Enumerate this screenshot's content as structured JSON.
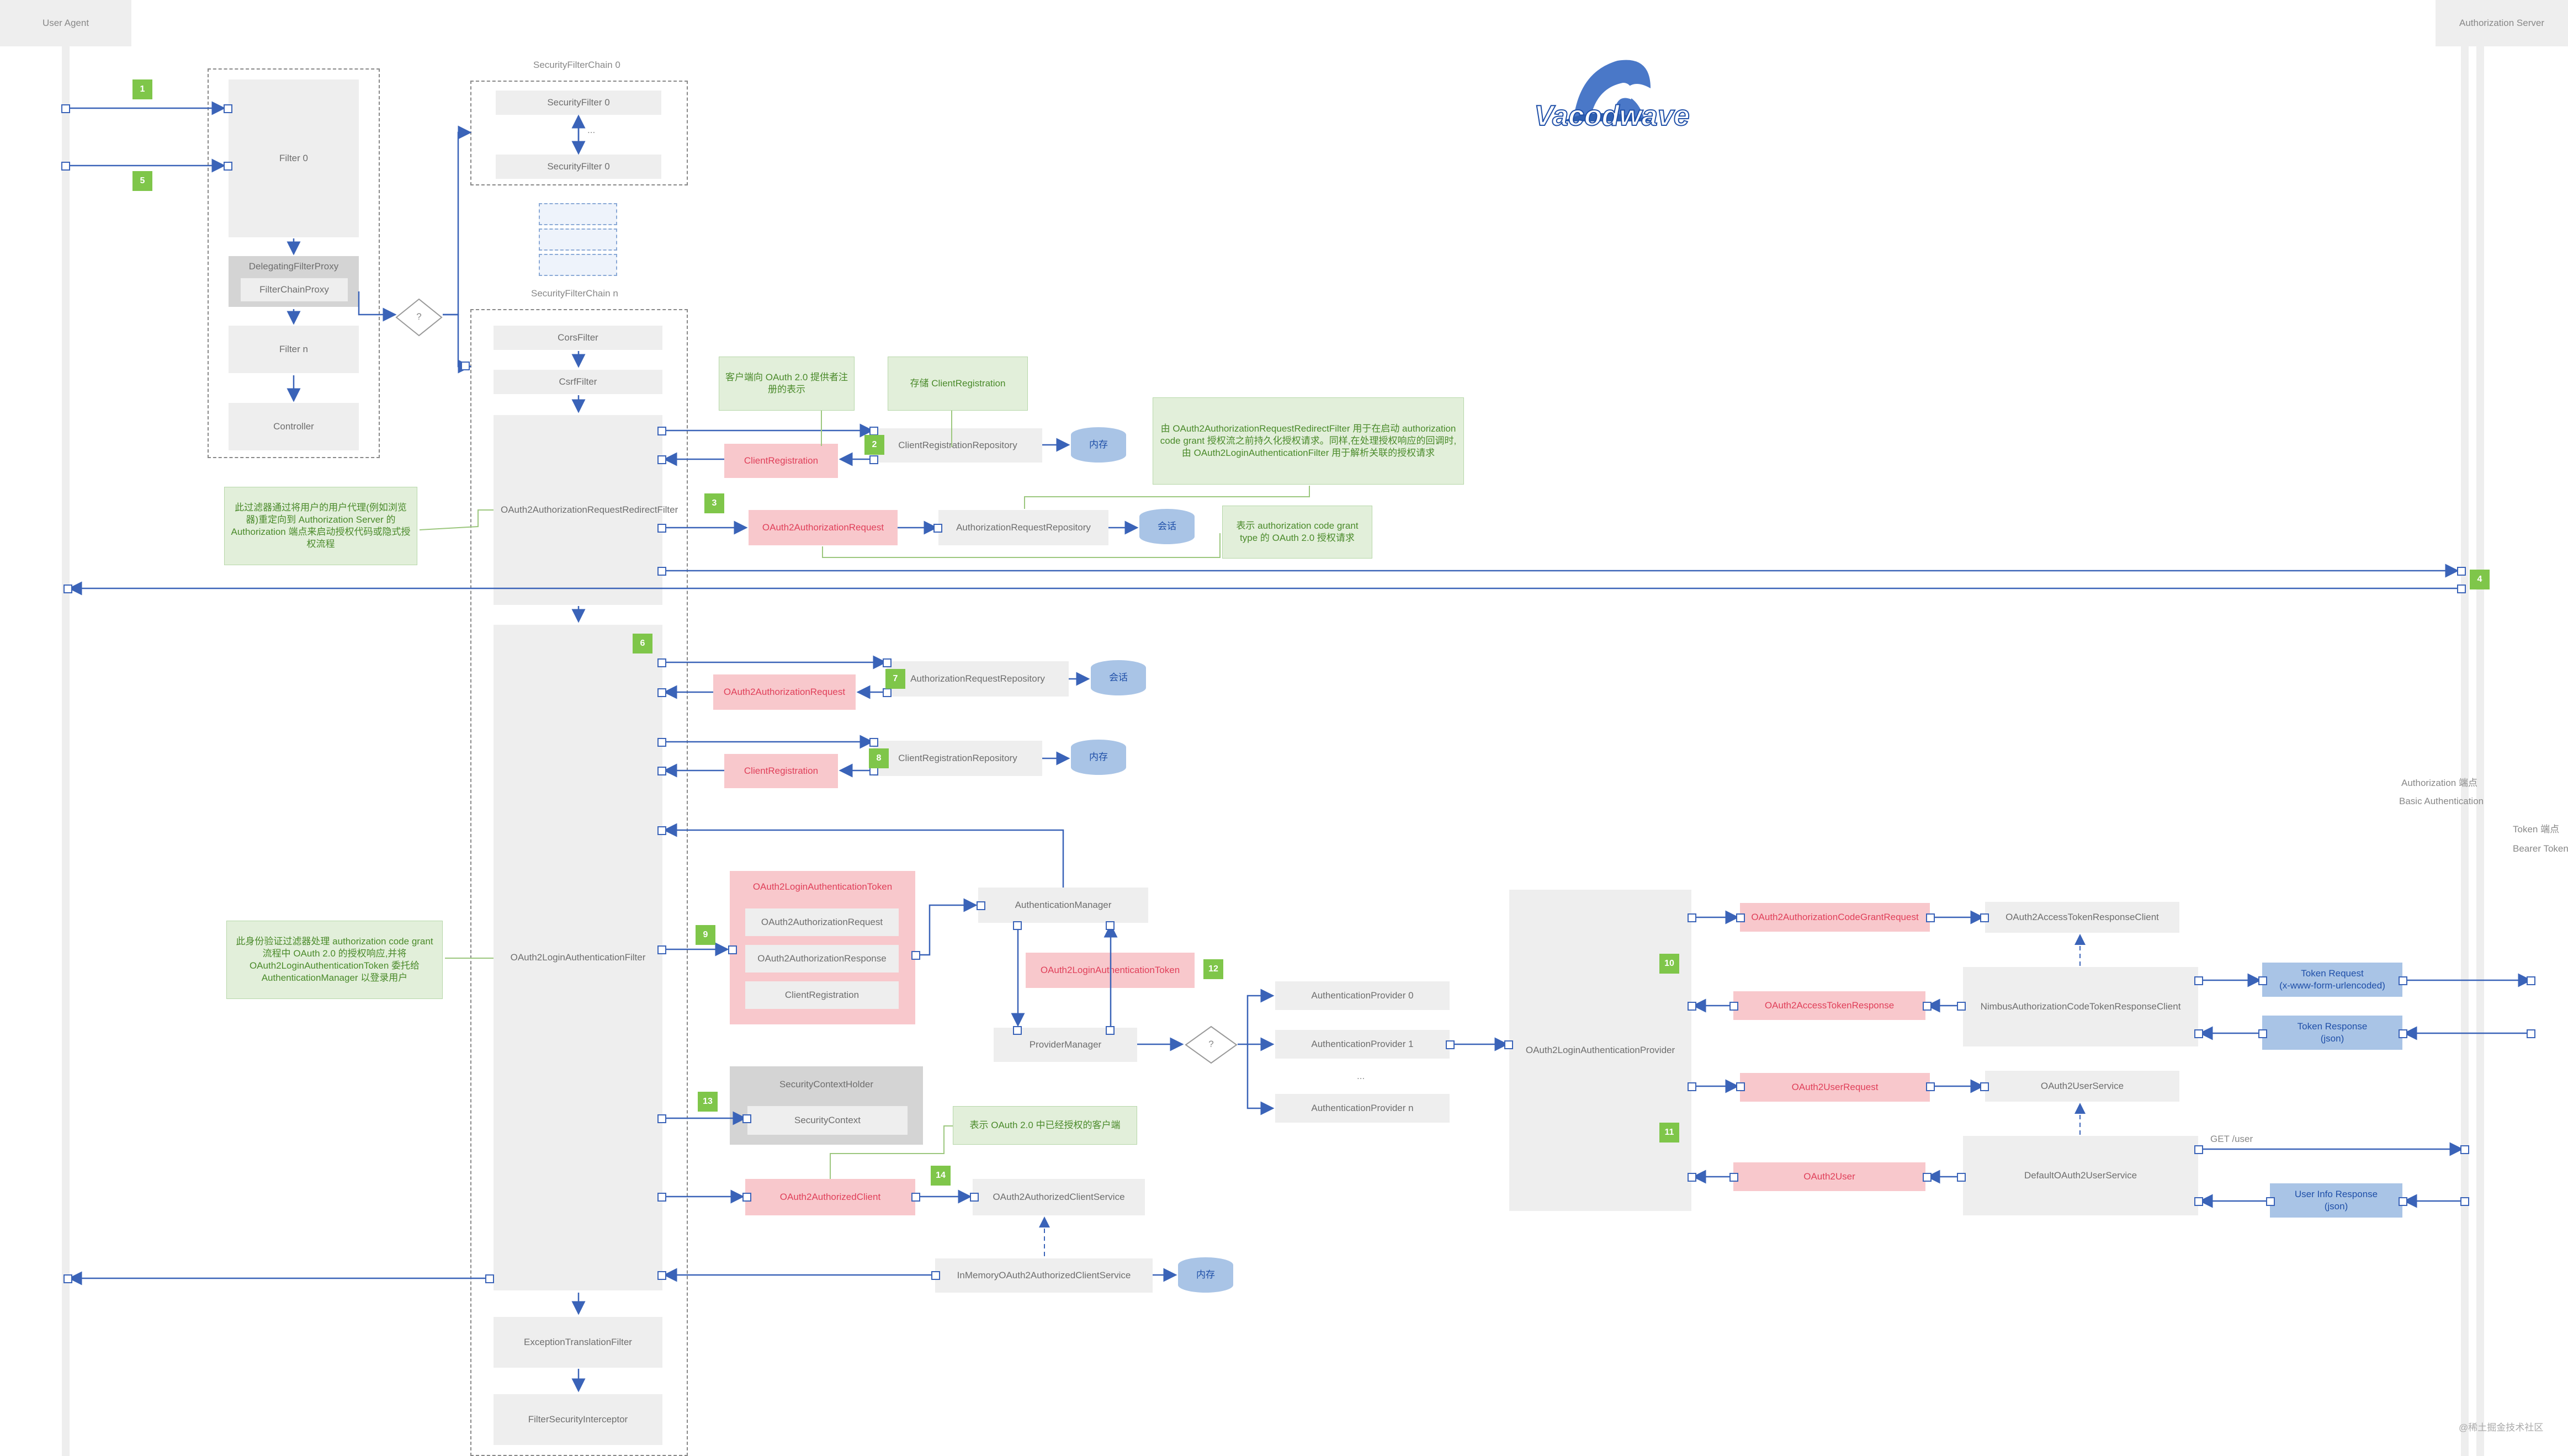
{
  "lanes": {
    "user_agent": "User Agent",
    "auth_server": "Authorization Server"
  },
  "logo": "Vacodwave",
  "steps": [
    "1",
    "2",
    "3",
    "4",
    "5",
    "6",
    "7",
    "8",
    "9",
    "10",
    "11",
    "12",
    "13",
    "14"
  ],
  "left_group": {
    "filter0": "Filter 0",
    "delegating": "DelegatingFilterProxy",
    "chain_proxy": "FilterChainProxy",
    "filter_n": "Filter n",
    "controller": "Controller",
    "decision": "?"
  },
  "chain0": {
    "title": "SecurityFilterChain 0",
    "f0": "SecurityFilter 0",
    "dots": "...",
    "fn": "SecurityFilter 0"
  },
  "chain_n": {
    "title": "SecurityFilterChain n",
    "cors": "CorsFilter",
    "csrf": "CsrfFilter",
    "redirect_filter": "OAuth2AuthorizationRequestRedirectFilter",
    "login_filter": "OAuth2LoginAuthenticationFilter",
    "exception": "ExceptionTranslationFilter",
    "interceptor": "FilterSecurityInterceptor"
  },
  "notes": {
    "client_repr": "客户端向 OAuth 2.0 提供者注册的表示",
    "store_reg": "存储 ClientRegistration",
    "redirect_desc": "由 OAuth2AuthorizationRequestRedirectFilter 用于在启动 authorization code grant 授权流之前持久化授权请求。同样,在处理授权响应的回调时,由 OAuth2LoginAuthenticationFilter 用于解析关联的授权请求",
    "auth_code_desc": "表示 authorization code grant type 的 OAuth 2.0 授权请求",
    "redirect_filter_desc": "此过滤器通过将用户的用户代理(例如浏览器)重定向到 Authorization Server 的 Authorization 端点来启动授权代码或隐式授权流程",
    "login_filter_desc": "此身份验证过滤器处理 authorization code grant 流程中 OAuth 2.0 的授权响应,并将 OAuth2LoginAuthenticationToken 委托给 AuthenticationManager 以登录用户",
    "authorized_client_desc": "表示 OAuth 2.0 中已经授权的客户端"
  },
  "boxes": {
    "client_registration": "ClientRegistration",
    "client_registration_repo": "ClientRegistrationRepository",
    "memory": "内存",
    "session": "会话",
    "oauth2_auth_request": "OAuth2AuthorizationRequest",
    "auth_request_repo": "AuthorizationRequestRepository",
    "login_token": "OAuth2LoginAuthenticationToken",
    "login_token_req": "OAuth2AuthorizationRequest",
    "login_token_resp": "OAuth2AuthorizationResponse",
    "login_token_reg": "ClientRegistration",
    "auth_manager": "AuthenticationManager",
    "provider_manager": "ProviderManager",
    "provider_0": "AuthenticationProvider  0",
    "provider_1": "AuthenticationProvider  1",
    "provider_dots": "...",
    "provider_n": "AuthenticationProvider  n",
    "login_provider": "OAuth2LoginAuthenticationProvider",
    "security_context_holder": "SecurityContextHolder",
    "security_context": "SecurityContext",
    "authorized_client": "OAuth2AuthorizedClient",
    "authorized_client_service": "OAuth2AuthorizedClientService",
    "inmemory_service": "InMemoryOAuth2AuthorizedClientService",
    "code_grant_request": "OAuth2AuthorizationCodeGrantRequest",
    "access_token_response": "OAuth2AccessTokenResponse",
    "user_request": "OAuth2UserRequest",
    "user": "OAuth2User",
    "access_token_client": "OAuth2AccessTokenResponseClient",
    "nimbus_client": "NimbusAuthorizationCodeTokenResponseClient",
    "user_service": "OAuth2UserService",
    "default_user_service": "DefaultOAuth2UserService",
    "token_request": "Token Request\n(x-www-form-urlencoded)",
    "token_response": "Token Response\n(json)",
    "user_info_response": "User Info Response\n(json)",
    "get_user": "GET /user"
  },
  "server_labels": {
    "auth_endpoint": "Authorization 端点",
    "basic_auth": "Basic Authentication",
    "token_endpoint": "Token 端点",
    "bearer": "Bearer Token"
  },
  "watermark": "@稀土掘金技术社区",
  "colors": {
    "arrow": "#3a63b8",
    "note_line": "#9cc77e",
    "step": "#7fc64a",
    "pink": "#f8c8cc",
    "blue_doc": "#a9c4e6"
  }
}
